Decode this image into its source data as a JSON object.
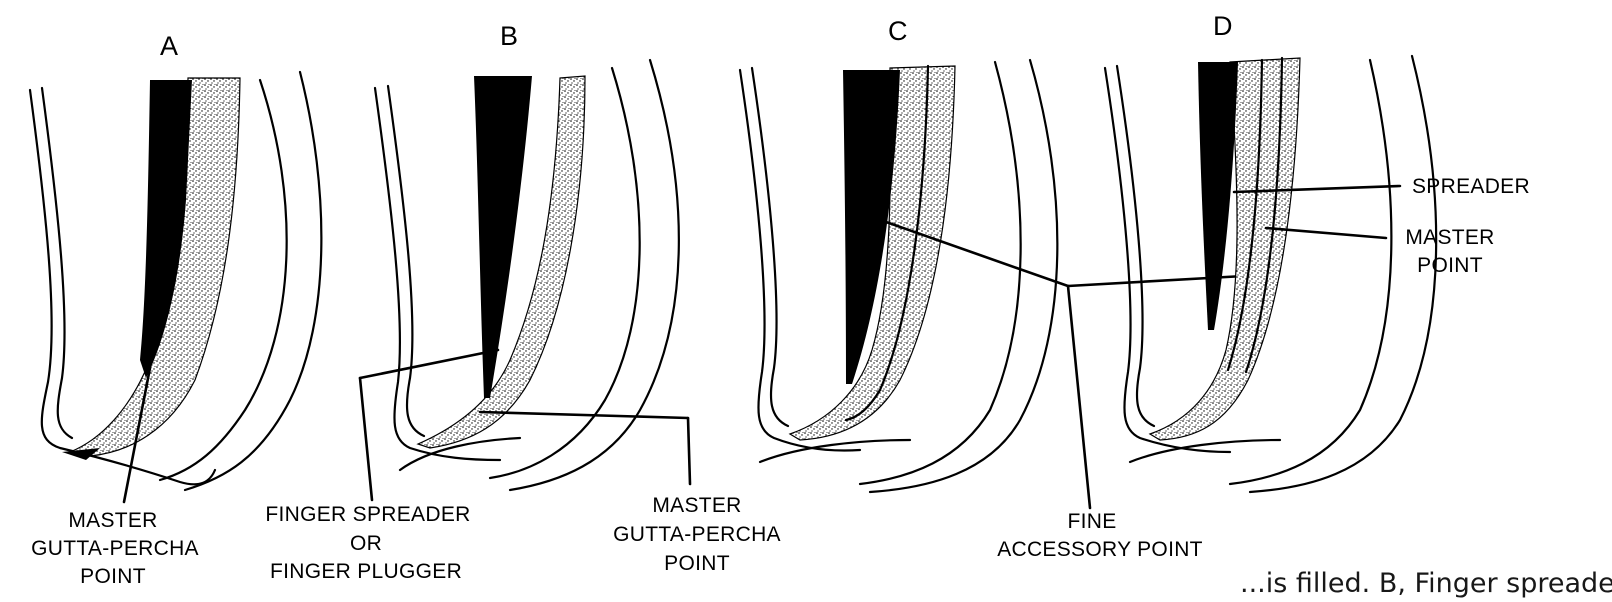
{
  "panels": {
    "a": "A",
    "b": "B",
    "c": "C",
    "d": "D"
  },
  "labels": {
    "a_master": [
      "MASTER",
      "GUTTA-PERCHA",
      "POINT"
    ],
    "finger": [
      "FINGER SPREADER",
      "OR",
      "FINGER PLUGGER"
    ],
    "master_gp": [
      "MASTER",
      "GUTTA-PERCHA",
      "POINT"
    ],
    "fine": [
      "FINE",
      "ACCESSORY POINT"
    ],
    "spreader": "SPREADER",
    "master_point": [
      "MASTER",
      "POINT"
    ]
  },
  "caption_fragment": "...is filled. B, Finger spreader or plugger i..."
}
